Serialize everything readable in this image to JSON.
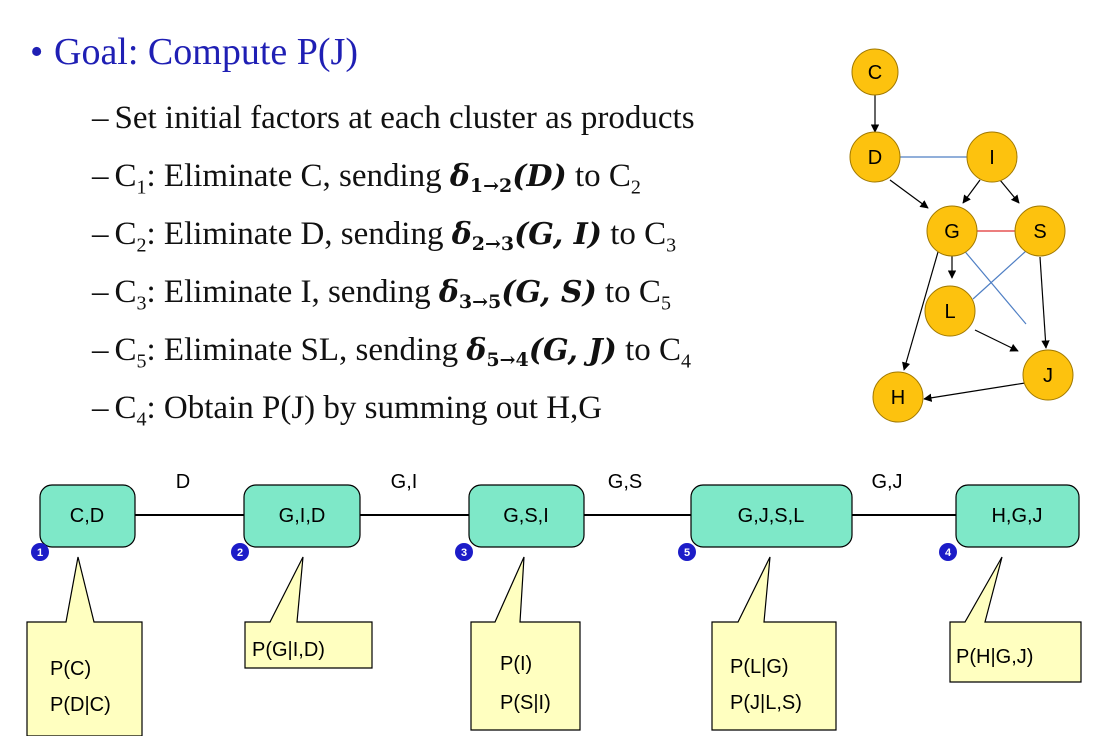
{
  "goal": {
    "bullet": "•",
    "text": "Goal: Compute P(J)"
  },
  "steps": [
    {
      "text": "Set initial factors at each cluster as products"
    },
    {
      "cluster": "C",
      "cluster_sub": "1",
      "pre": ": Eliminate C, sending ",
      "delta": "δ",
      "delta_sub": "1→2",
      "delta_args": "(D)",
      "post": " to C",
      "post_sub": "2"
    },
    {
      "cluster": "C",
      "cluster_sub": "2",
      "pre": ": Eliminate D, sending ",
      "delta": "δ",
      "delta_sub": "2→3",
      "delta_args": "(G, I)",
      "post": " to C",
      "post_sub": "3"
    },
    {
      "cluster": "C",
      "cluster_sub": "3",
      "pre": ": Eliminate I, sending ",
      "delta": "δ",
      "delta_sub": "3→5",
      "delta_args": "(G, S)",
      "post": " to C",
      "post_sub": "5"
    },
    {
      "cluster": "C",
      "cluster_sub": "5",
      "pre": ": Eliminate SL, sending ",
      "delta": "δ",
      "delta_sub": "5→4",
      "delta_args": "(G, J)",
      "post": " to C",
      "post_sub": "4"
    },
    {
      "cluster": "C",
      "cluster_sub": "4",
      "pre": ": Obtain P(J) by summing out H,G"
    }
  ],
  "dash": "–",
  "graph_nodes": {
    "C": "C",
    "D": "D",
    "I": "I",
    "G": "G",
    "S": "S",
    "L": "L",
    "J": "J",
    "H": "H"
  },
  "clusters": [
    {
      "label": "C,D",
      "num": "1",
      "factors": [
        "P(C)",
        "P(D|C)"
      ]
    },
    {
      "label": "G,I,D",
      "num": "2",
      "factors": [
        "P(G|I,D)"
      ]
    },
    {
      "label": "G,S,I",
      "num": "3",
      "factors": [
        "P(I)",
        "P(S|I)"
      ]
    },
    {
      "label": "G,J,S,L",
      "num": "5",
      "factors": [
        "P(L|G)",
        "P(J|L,S)"
      ]
    },
    {
      "label": "H,G,J",
      "num": "4",
      "factors": [
        "P(H|G,J)"
      ]
    }
  ],
  "sepsets": [
    "D",
    "G,I",
    "G,S",
    "G,J"
  ],
  "colors": {
    "node_fill": "#fdc20e",
    "cluster_fill": "#7ee8c8",
    "callout_fill": "#ffffc0",
    "badge": "#1c1cc8",
    "goal": "#1f1fb4",
    "moral_blue": "#4f7fc4",
    "moral_red": "#e03030"
  }
}
